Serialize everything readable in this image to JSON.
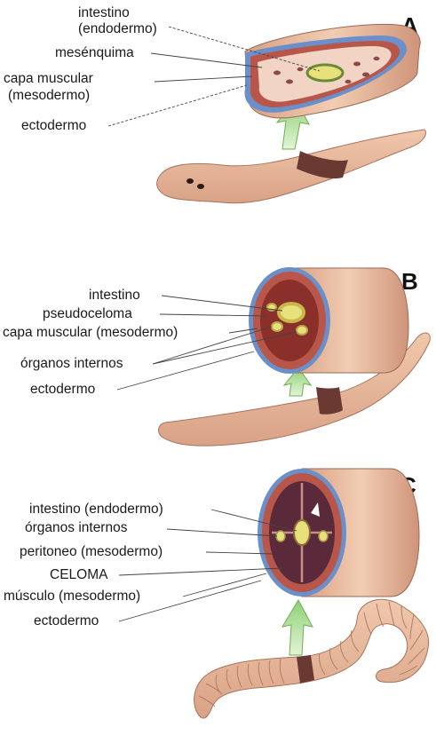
{
  "panels": {
    "a": {
      "letter": "A",
      "labels": [
        "intestino",
        "(endodermo)",
        "mesénquima",
        "capa muscular",
        "(mesodermo)",
        "ectodermo"
      ]
    },
    "b": {
      "letter": "B",
      "labels": [
        "intestino",
        "pseudoceloma",
        "capa muscular (mesodermo)",
        "órganos internos",
        "ectodermo"
      ]
    },
    "c": {
      "letter": "C",
      "labels": [
        "intestino (endodermo)",
        "órganos internos",
        "peritoneo (mesodermo)",
        "CELOMA",
        "músculo (mesodermo)",
        "ectodermo"
      ]
    }
  },
  "colors": {
    "body_skin": "#e8b89a",
    "body_skin_dark": "#c98d72",
    "ectoderm": "#6b8fc9",
    "muscle": "#b8564a",
    "coelom_dark": "#5a2a3a",
    "gut": "#e8e07a",
    "arrow": "#a8d890",
    "band": "#6a3a32"
  }
}
